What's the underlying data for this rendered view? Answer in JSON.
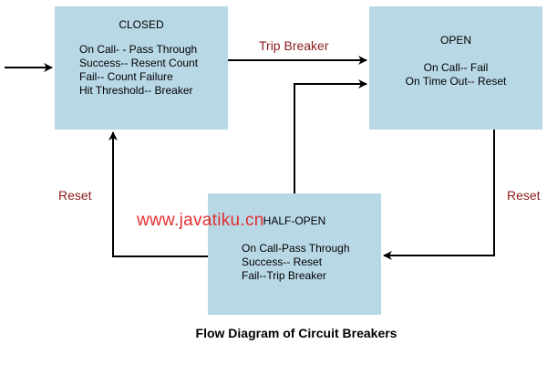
{
  "diagram": {
    "caption": "Flow Diagram of Circuit Breakers",
    "watermark": "www.javatiku.cn",
    "states": {
      "closed": {
        "title": "CLOSED",
        "lines": [
          "On Call- - Pass Through",
          "Success-- Resent Count",
          "Fail-- Count Failure",
          "Hit Threshold-- Breaker"
        ]
      },
      "open": {
        "title": "OPEN",
        "lines": [
          "On Call-- Fail",
          "On Time Out-- Reset"
        ]
      },
      "half_open": {
        "title": "HALF-OPEN",
        "lines": [
          "On Call-Pass Through",
          "Success-- Reset",
          "Fail--Trip Breaker"
        ]
      }
    },
    "edges": {
      "trip_breaker": "Trip Breaker",
      "reset_left": "Reset",
      "reset_right": "Reset"
    },
    "colors": {
      "box_fill": "#b9d8e6",
      "edge_label": "#8b1a1a",
      "watermark": "#e03030"
    }
  }
}
